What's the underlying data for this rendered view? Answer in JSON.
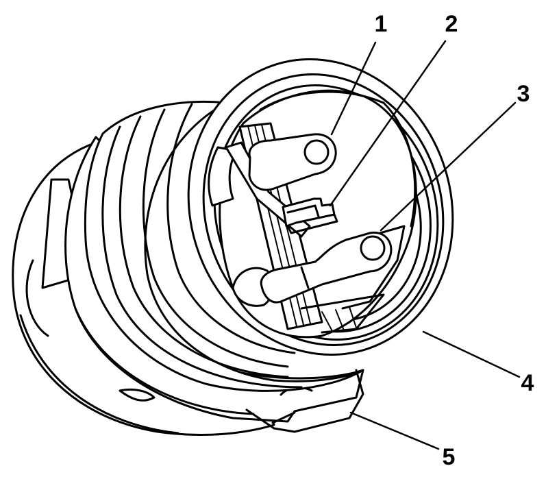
{
  "callouts": [
    {
      "id": "1",
      "label": "1"
    },
    {
      "id": "2",
      "label": "2"
    },
    {
      "id": "3",
      "label": "3"
    },
    {
      "id": "4",
      "label": "4"
    },
    {
      "id": "5",
      "label": "5"
    }
  ],
  "colors": {
    "stroke": "#000000",
    "background": "#ffffff"
  }
}
